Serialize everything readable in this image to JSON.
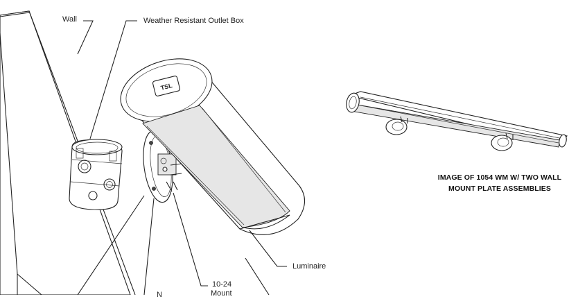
{
  "labels": {
    "wall": "Wall",
    "outlet_box": "Weather Resistant Outlet Box",
    "luminaire": "Luminaire",
    "screw_line1": "10-24",
    "screw_line2": "Mount",
    "partial_label": "N"
  },
  "caption": {
    "line1": "IMAGE OF 1054 WM W/ TWO WALL",
    "line2": "MOUNT PLATE ASSEMBLIES"
  },
  "logo": "TSL"
}
